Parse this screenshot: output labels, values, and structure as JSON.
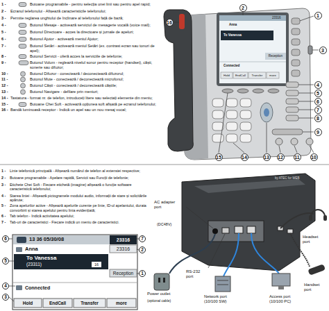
{
  "diagram": {
    "labels": [
      "1 -",
      "Butoane programabile - pentru selecția unei linii sau pentru apel rapid;",
      "2 -",
      "Ecranul telefonului - Afișează caracteristicile telefonului;",
      "3 -",
      "Permite reglarea unghiului de înclinare al telefonului față de bază;",
      "4 -",
      "Butonul Mesaje - activează serviciul de mesagerie vocală (voice mail);",
      "5 -",
      "Butonul Directoare - acces la directoare și jurnale de apeluri;",
      "6 -",
      "Butonul Ajutor - activează meniul Ajutor;",
      "7 -",
      "Butonul Setări - activează meniul Setări (ex. contrast ecran sau tonuri de apel);",
      "8 -",
      "Butonul Servicii - oferă acces la serviciile de telefonie;",
      "9 -",
      "Butonul Volum - reglează nivelul sonor pentru receptor (handset), căști, sonerie sau difuzor;",
      "10 -",
      "Butonul Difuzor - conectează / deconectează difuzorul;",
      "11 -",
      "Butonul Mute - conectează / deconectează microfonul;",
      "12 -",
      "Butonul Căști - conectează / deconectează căștile;",
      "13 -",
      "Butonul Navigare - defilare prin meniuri;",
      "14 -",
      "Tastatura - format nr. de telefon, introduceți litere sau selectați elemente din meniu;",
      "15 -",
      "Butoane Chei Soft - activează opțiunea soft afișată pe ecranul telefonului;",
      "16 -",
      "Bandă luminoasă receptor - Indică un apel sau un nou mesaj vocal;",
      "16",
      "2",
      "1",
      "3",
      "4",
      "5",
      "6",
      "7",
      "8",
      "9",
      "15",
      "14",
      "13",
      "12",
      "11",
      "10",
      "Anna",
      "23316",
      "To Vanessa",
      "Reception",
      "Connected",
      "Hold",
      "EndCall",
      "Transfer",
      "more",
      "1 -",
      "Linie telefonică principală - Afișează numărul de telefon al extensiei respective;",
      "2 -",
      "Butoane programabile - Apelare rapidă, Servicii sau Funcții de telefonie;",
      "3 -",
      "Etichete Chei Soft - Fiecare etichetă (imagine) afișează o funcție software caracteristică telefonului;",
      "4 -",
      "Starea liniei - Afișează pictogramele modului audio, informații de stare și solicitările apărute;",
      "5 -",
      "Zona apelurilor active - Afișează apelurile curente pe linie, ID-ul apelantului, durata convorbirii și starea apelului pentru linia evidențiată;",
      "6 -",
      "Tab telefon - Indică activitatea apelului;",
      "7 -",
      "Tab-uri de caracteristici - Fiecare indică un meniu de caracteristici.",
      "6",
      "13 36 05/30/08",
      "23316",
      "7",
      "Anna",
      "23316",
      "5",
      "To Vanessa",
      "(23311)",
      "16",
      "2",
      "Reception",
      "1",
      "4",
      "Connected",
      "3",
      "Hold",
      "EndCall",
      "Transfer",
      "more",
      "by ATEC for WEB",
      "AC adapter port",
      "(DC48V)",
      "Headset port",
      "RS-232 port",
      "Handset port",
      "Power outlet",
      "(optional cable)",
      "Network port (10/100 SW)",
      "Access port (10/100 PC)"
    ]
  }
}
